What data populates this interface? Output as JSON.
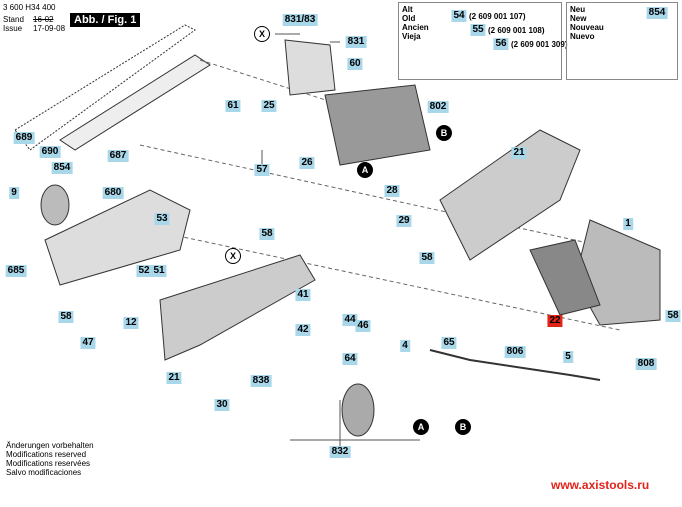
{
  "header": {
    "doc_number": "3 600 H34 400",
    "stand_label": "Stand",
    "issue_label": "Issue",
    "stand_date": "16-02",
    "issue_date": "17-09-08",
    "figure_label": "Abb. / Fig. 1"
  },
  "old_box": {
    "lines": [
      "Alt",
      "Old",
      "Ancien",
      "Vieja"
    ],
    "parts": [
      {
        "num": "54",
        "pn": "(2 609 001 107)"
      },
      {
        "num": "55",
        "pn": "(2 609 001 108)"
      },
      {
        "num": "56",
        "pn": "(2 609 001 309)"
      }
    ]
  },
  "new_box": {
    "lines": [
      "Neu",
      "New",
      "Nouveau",
      "Nuevo"
    ],
    "part": "854"
  },
  "part_labels": [
    "831/83",
    "831",
    "60",
    "802",
    "61",
    "25",
    "26",
    "57",
    "21",
    "28",
    "29",
    "58",
    "1",
    "22",
    "58",
    "808",
    "689",
    "690",
    "687",
    "854",
    "680",
    "9",
    "53",
    "58",
    "685",
    "52",
    "51",
    "58",
    "12",
    "47",
    "41",
    "42",
    "21",
    "44",
    "46",
    "64",
    "4",
    "65",
    "806",
    "5",
    "838",
    "30",
    "832"
  ],
  "markers": [
    "X",
    "X",
    "A",
    "A",
    "B",
    "B"
  ],
  "highlight_color": "#a9d7ea",
  "accent_color": "#e2231a",
  "footer": [
    "Änderungen vorbehalten",
    "Modifications reserved",
    "Modifications reservées",
    "Salvo modificaciones"
  ],
  "website": "www.axistools.ru"
}
